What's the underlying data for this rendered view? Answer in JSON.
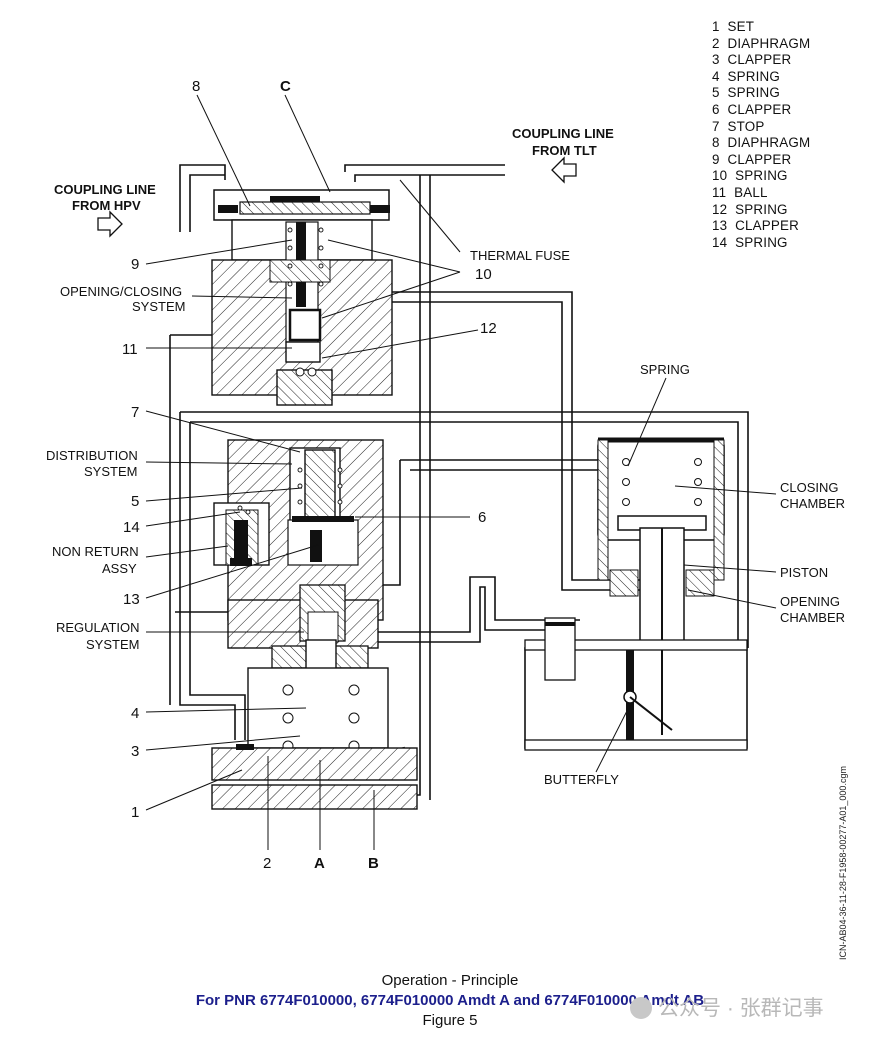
{
  "legend": [
    "1  SET",
    "2  DIAPHRAGM",
    "3  CLAPPER",
    "4  SPRING",
    "5  SPRING",
    "6  CLAPPER",
    "7  STOP",
    "8  DIAPHRAGM",
    "9  CLAPPER",
    "10  SPRING",
    "11  BALL",
    "12  SPRING",
    "13  CLAPPER",
    "14  SPRING"
  ],
  "labels": {
    "coupling_hpv_1": "COUPLING LINE",
    "coupling_hpv_2": "FROM HPV",
    "coupling_tlt_1": "COUPLING LINE",
    "coupling_tlt_2": "FROM TLT",
    "thermal_fuse": "THERMAL  FUSE",
    "opening_closing_1": "OPENING/CLOSING",
    "opening_closing_2": "SYSTEM",
    "distribution_1": "DISTRIBUTION",
    "distribution_2": "SYSTEM",
    "non_return_1": "NON RETURN",
    "non_return_2": "ASSY",
    "regulation_1": "REGULATION",
    "regulation_2": "SYSTEM",
    "spring": "SPRING",
    "closing_1": "CLOSING",
    "closing_2": "CHAMBER",
    "piston": "PISTON",
    "opening_1": "OPENING",
    "opening_2": "CHAMBER",
    "butterfly": "BUTTERFLY"
  },
  "callouts": {
    "n8": "8",
    "c": "C",
    "n9": "9",
    "n10": "10",
    "n11": "11",
    "n12": "12",
    "n7": "7",
    "n5": "5",
    "n14": "14",
    "n6": "6",
    "n13": "13",
    "n4": "4",
    "n3": "3",
    "n1": "1",
    "n2": "2",
    "a": "A",
    "b": "B"
  },
  "caption": {
    "title": "Operation - Principle",
    "applicability": "For PNR 6774F010000, 6774F010000 Amdt A and 6774F010000 Amdt AB",
    "figure": "Figure 5"
  },
  "drawing_code": "ICN-AB04-36-11-28-F1958-00277-A01_000.cgm",
  "watermark": "公众号 · 张群记事"
}
